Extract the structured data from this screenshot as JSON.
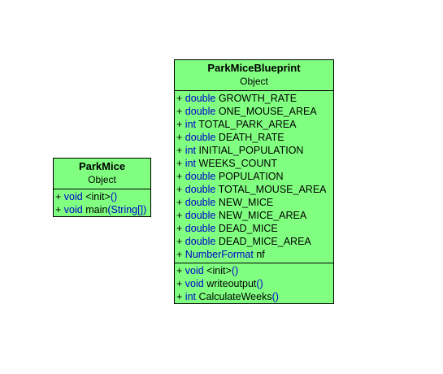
{
  "classes": [
    {
      "name": "ParkMice",
      "stereotype": "Object",
      "attributes": [],
      "methods": [
        {
          "vis": "+",
          "type": "void",
          "sig_pre": "<init>",
          "sig_kw": "()"
        },
        {
          "vis": "+",
          "type": "void",
          "sig_pre": "main",
          "sig_kw": "(String[])"
        }
      ]
    },
    {
      "name": "ParkMiceBlueprint",
      "stereotype": "Object",
      "attributes": [
        {
          "vis": "+",
          "type": "double",
          "name": "GROWTH_RATE"
        },
        {
          "vis": "+",
          "type": "double",
          "name": "ONE_MOUSE_AREA"
        },
        {
          "vis": "+",
          "type": "int",
          "name": "TOTAL_PARK_AREA"
        },
        {
          "vis": "+",
          "type": "double",
          "name": "DEATH_RATE"
        },
        {
          "vis": "+",
          "type": "int",
          "name": "INITIAL_POPULATION"
        },
        {
          "vis": "+",
          "type": "int",
          "name": "WEEKS_COUNT"
        },
        {
          "vis": "+",
          "type": "double",
          "name": "POPULATION"
        },
        {
          "vis": "+",
          "type": "double",
          "name": "TOTAL_MOUSE_AREA"
        },
        {
          "vis": "+",
          "type": "double",
          "name": "NEW_MICE"
        },
        {
          "vis": "+",
          "type": "double",
          "name": "NEW_MICE_AREA"
        },
        {
          "vis": "+",
          "type": "double",
          "name": "DEAD_MICE"
        },
        {
          "vis": "+",
          "type": "double",
          "name": "DEAD_MICE_AREA"
        },
        {
          "vis": "+",
          "type": "NumberFormat",
          "name": "nf"
        }
      ],
      "methods": [
        {
          "vis": "+",
          "type": "void",
          "sig_pre": "<init>",
          "sig_kw": "()"
        },
        {
          "vis": "+",
          "type": "void",
          "sig_pre": "writeoutput",
          "sig_kw": "()"
        },
        {
          "vis": "+",
          "type": "int",
          "sig_pre": "CalculateWeeks",
          "sig_kw": "()"
        }
      ]
    }
  ]
}
